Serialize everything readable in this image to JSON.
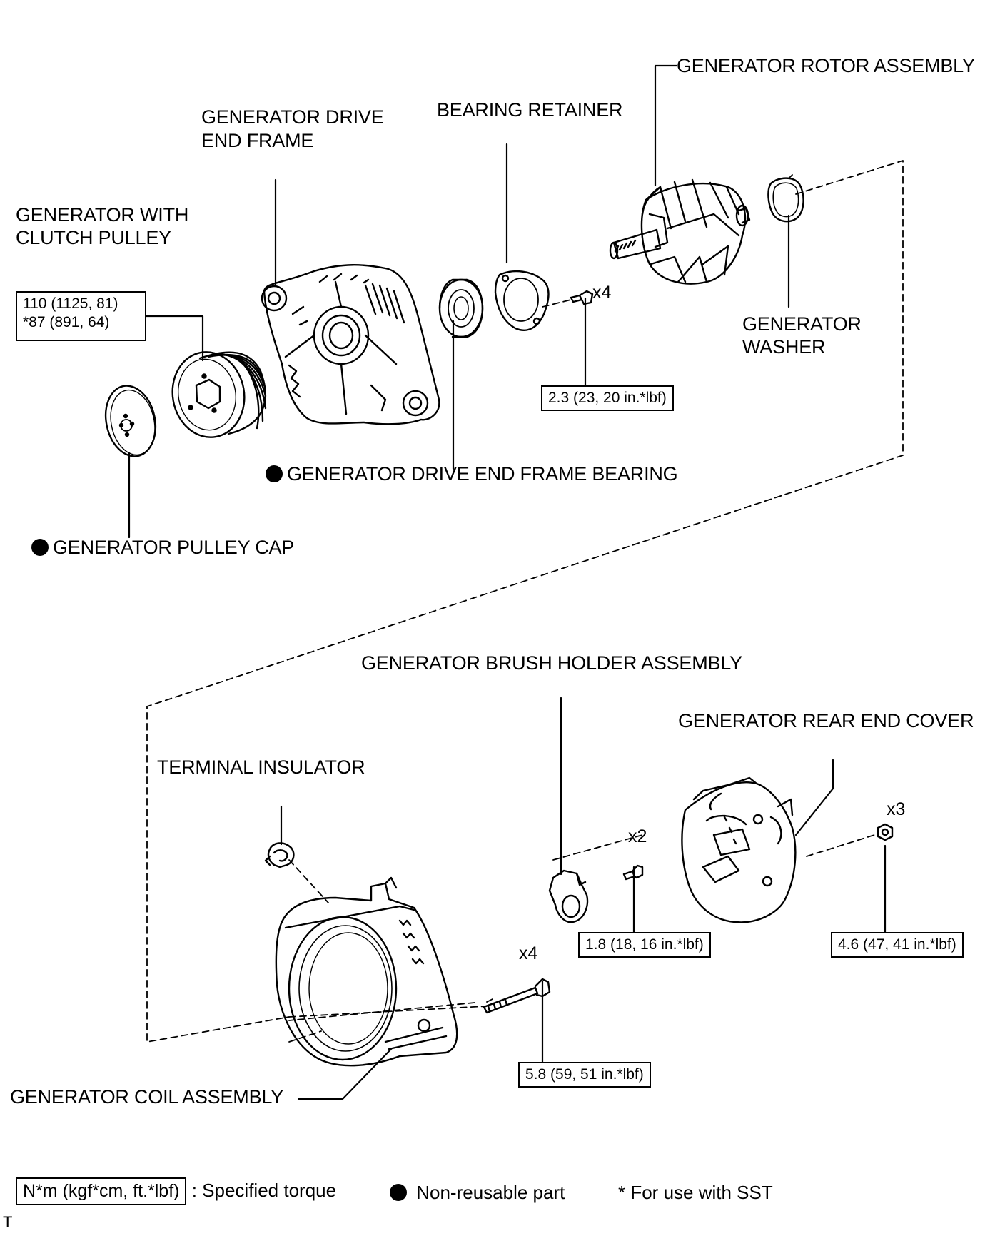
{
  "parts": {
    "rotor": "GENERATOR ROTOR ASSEMBLY",
    "retainer": "BEARING RETAINER",
    "drive_frame_1": "GENERATOR DRIVE",
    "drive_frame_2": "END FRAME",
    "clutch_pulley_1": "GENERATOR WITH",
    "clutch_pulley_2": "CLUTCH PULLEY",
    "washer_1": "GENERATOR",
    "washer_2": "WASHER",
    "bearing": "GENERATOR DRIVE END FRAME BEARING",
    "pulley_cap": "GENERATOR PULLEY CAP",
    "brush_holder": "GENERATOR BRUSH HOLDER ASSEMBLY",
    "rear_cover": "GENERATOR REAR END COVER",
    "terminal_insulator": "TERMINAL INSULATOR",
    "coil": "GENERATOR COIL ASSEMBLY"
  },
  "torques": {
    "pulley_1": "110 (1125, 81)",
    "pulley_2": "*87 (891, 64)",
    "retainer_screw": "2.3 (23, 20 in.*lbf)",
    "brush_screw": "1.8 (18, 16 in.*lbf)",
    "cover_nut": "4.6 (47, 41 in.*lbf)",
    "coil_bolt": "5.8 (59, 51 in.*lbf)"
  },
  "quantities": {
    "retainer_screw": "x4",
    "brush_screw": "x2",
    "cover_nut": "x3",
    "coil_bolt": "x4"
  },
  "legend": {
    "torque_box": "N*m (kgf*cm, ft.*lbf)",
    "torque_text": ": Specified torque",
    "non_reusable": "Non-reusable part",
    "sst": "* For use with SST"
  },
  "corner_mark": "T"
}
